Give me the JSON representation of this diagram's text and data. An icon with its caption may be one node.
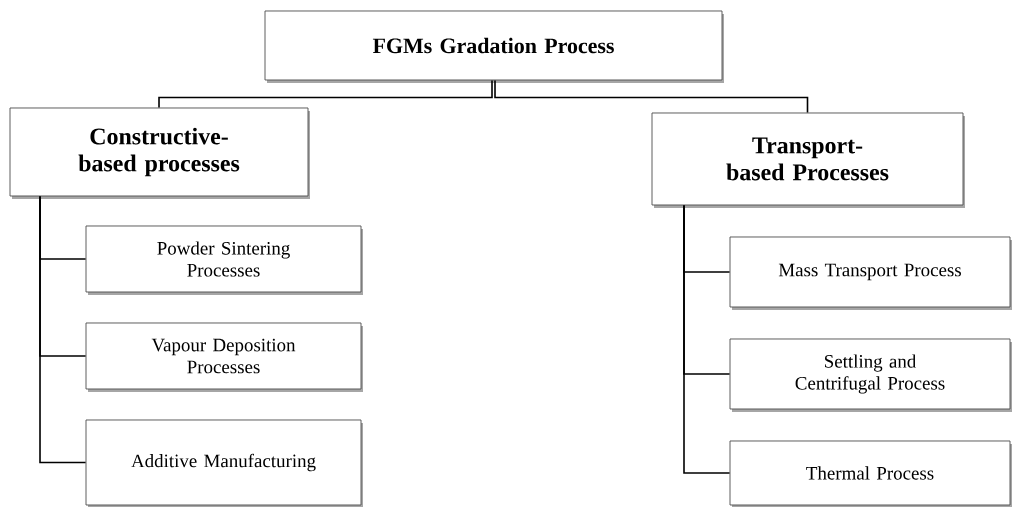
{
  "diagram": {
    "nodes": [
      {
        "text": [
          "FGMs Gradation Process"
        ]
      },
      {
        "text": [
          "Constructive-based processes"
        ]
      },
      {
        "text": [
          "Powder Sintering Processes"
        ]
      },
      {
        "text": [
          "Vapour Deposition Processes"
        ]
      },
      {
        "text": [
          "Additive Manufacturing"
        ]
      },
      {
        "text": [
          "Transport-based Processes"
        ]
      },
      {
        "text": [
          "Mass Transport Process"
        ]
      },
      {
        "text": [
          "Settling and Centrifugal Process"
        ]
      },
      {
        "text": [
          "Thermal Process"
        ]
      }
    ],
    "edges": [
      {
        "from": 0,
        "to": 1,
        "arrow": "none"
      },
      {
        "from": 0,
        "to": 5,
        "arrow": "none"
      },
      {
        "from": 1,
        "to": 2,
        "arrow": "none"
      },
      {
        "from": 1,
        "to": 3,
        "arrow": "none"
      },
      {
        "from": 1,
        "to": 4,
        "arrow": "none"
      },
      {
        "from": 5,
        "to": 6,
        "arrow": "none"
      },
      {
        "from": 5,
        "to": 7,
        "arrow": "none"
      },
      {
        "from": 5,
        "to": 8,
        "arrow": "none"
      }
    ]
  }
}
